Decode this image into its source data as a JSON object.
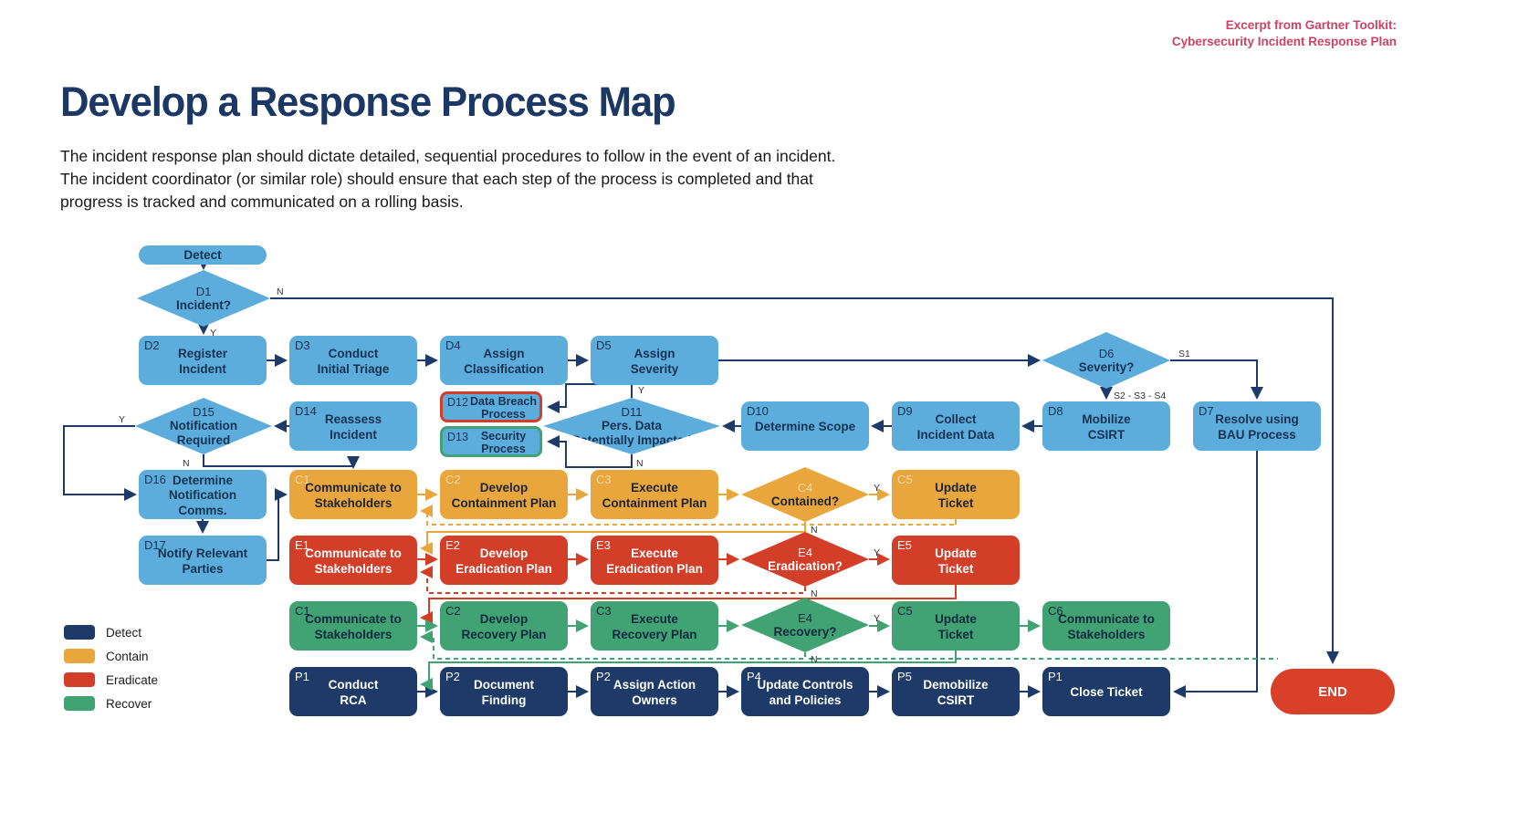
{
  "header": {
    "excerpt": [
      "Excerpt from Gartner Toolkit:",
      "Cybersecurity Incident Response Plan"
    ]
  },
  "page": {
    "title": "Develop a Response Process Map",
    "intro_lines": [
      "The incident response plan should dictate detailed, sequential procedures to follow in the event of an incident.",
      "The incident coordinator (or similar role) should ensure that each step of the process is completed and that",
      "progress is tracked and communicated on a rolling basis."
    ]
  },
  "colors": {
    "detect_blue": "#5CADDC",
    "navy": "#1E3A68",
    "contain_orange": "#E9A63C",
    "eradicate_red": "#D23E28",
    "recover_green": "#41A274",
    "gartner_pink": "#CE4265"
  },
  "legend": [
    {
      "label": "Detect",
      "color": "#1E3A68"
    },
    {
      "label": "Contain",
      "color": "#E9A63C"
    },
    {
      "label": "Eradicate",
      "color": "#D23E28"
    },
    {
      "label": "Recover",
      "color": "#41A274"
    }
  ],
  "flow": {
    "start_label": "Detect",
    "end_label": "END",
    "nodes": {
      "d1": {
        "code": "D1",
        "label": "Incident?"
      },
      "d2": {
        "code": "D2",
        "label": "Register\nIncident"
      },
      "d3": {
        "code": "D3",
        "label": "Conduct\nInitial Triage"
      },
      "d4": {
        "code": "D4",
        "label": "Assign\nClassification"
      },
      "d5": {
        "code": "D5",
        "label": "Assign\nSeverity"
      },
      "d6": {
        "code": "D6",
        "label": "Severity?"
      },
      "d7": {
        "code": "D7",
        "label": "Resolve using\nBAU Process"
      },
      "d8": {
        "code": "D8",
        "label": "Mobilize\nCSIRT"
      },
      "d9": {
        "code": "D9",
        "label": "Collect\nIncident Data"
      },
      "d10": {
        "code": "D10",
        "label": "Determine Scope"
      },
      "d11": {
        "code": "D11",
        "label": "Pers. Data\nPotentially Impacted"
      },
      "d12": {
        "code": "D12",
        "label": "Data Breach\nProcess"
      },
      "d13": {
        "code": "D13",
        "label": "Security\nProcess"
      },
      "d14": {
        "code": "D14",
        "label": "Reassess\nIncident"
      },
      "d15": {
        "code": "D15",
        "label": "Notification\nRequired"
      },
      "d16": {
        "code": "D16",
        "label": "Determine\nNotification\nComms."
      },
      "d17": {
        "code": "D17",
        "label": "Notify Relevant\nParties"
      },
      "o1": {
        "code": "C1",
        "label": "Communicate to\nStakeholders"
      },
      "o2": {
        "code": "C2",
        "label": "Develop\nContainment Plan"
      },
      "o3": {
        "code": "C3",
        "label": "Execute\nContainment Plan"
      },
      "o4": {
        "code": "C4",
        "label": "Contained?"
      },
      "o5": {
        "code": "C5",
        "label": "Update\nTicket"
      },
      "e1": {
        "code": "E1",
        "label": "Communicate to\nStakeholders"
      },
      "e2": {
        "code": "E2",
        "label": "Develop\nEradication Plan"
      },
      "e3": {
        "code": "E3",
        "label": "Execute\nEradication Plan"
      },
      "e4": {
        "code": "E4",
        "label": "Eradication?"
      },
      "e5": {
        "code": "E5",
        "label": "Update\nTicket"
      },
      "g1": {
        "code": "C1",
        "label": "Communicate to\nStakeholders"
      },
      "g2": {
        "code": "C2",
        "label": "Develop\nRecovery Plan"
      },
      "g3": {
        "code": "C3",
        "label": "Execute\nRecovery Plan"
      },
      "g4": {
        "code": "E4",
        "label": "Recovery?"
      },
      "g5": {
        "code": "C5",
        "label": "Update\nTicket"
      },
      "g6": {
        "code": "C6",
        "label": "Communicate to\nStakeholders"
      },
      "p1": {
        "code": "P1",
        "label": "Conduct\nRCA"
      },
      "p2": {
        "code": "P2",
        "label": "Document\nFinding"
      },
      "p3": {
        "code": "P2",
        "label": "Assign Action\nOwners"
      },
      "p4": {
        "code": "P4",
        "label": "Update Controls\nand Policies"
      },
      "p5": {
        "code": "P5",
        "label": "Demobilize\nCSIRT"
      },
      "p6": {
        "code": "P1",
        "label": "Close Ticket"
      }
    }
  },
  "edge_labels": {
    "yes": "Y",
    "no": "N",
    "s1": "S1",
    "s2_s4": "S2 - S3 - S4"
  }
}
